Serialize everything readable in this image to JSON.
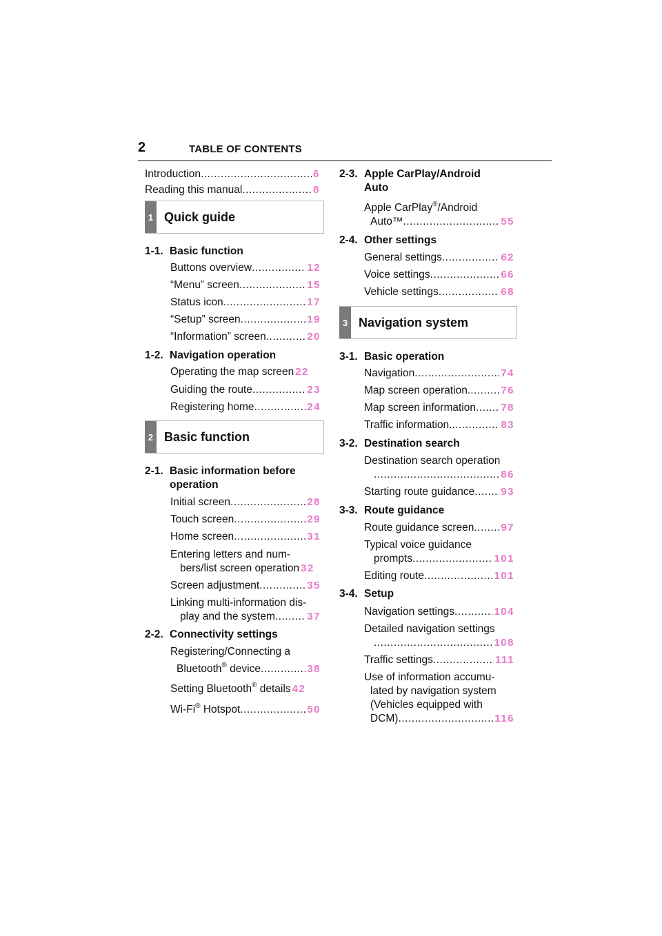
{
  "page": {
    "number": "2",
    "header": "TABLE OF CONTENTS"
  },
  "left": {
    "intro": [
      {
        "title": "Introduction ",
        "page": "6"
      },
      {
        "title": "Reading this manual ",
        "page": "8"
      }
    ],
    "chapter1": {
      "number": "1",
      "title": "Quick guide"
    },
    "s11": {
      "num": "1-1.",
      "title": "Basic function"
    },
    "s11_items": [
      {
        "title": "Buttons overview",
        "page": "12"
      },
      {
        "title": "“Menu” screen ",
        "page": "15"
      },
      {
        "title": "Status icon ",
        "page": "17"
      },
      {
        "title": "“Setup” screen ",
        "page": "19"
      },
      {
        "title": "“Information” screen ",
        "page": "20"
      }
    ],
    "s12": {
      "num": "1-2.",
      "title": "Navigation operation"
    },
    "s12_items": [
      {
        "title": "Operating the map screen",
        "page": "22"
      },
      {
        "title": "Guiding the route ",
        "page": "23"
      },
      {
        "title": "Registering home ",
        "page": "24"
      }
    ],
    "chapter2": {
      "number": "2",
      "title": "Basic function"
    },
    "s21": {
      "num": "2-1.",
      "title": "Basic information before",
      "title2": "operation"
    },
    "s21_items": [
      {
        "title": "Initial screen ",
        "page": "28"
      },
      {
        "title": "Touch screen ",
        "page": "29"
      },
      {
        "title": "Home screen",
        "page": "31"
      }
    ],
    "entering": {
      "line1": "Entering letters and num-",
      "line2": "bers/list screen operation",
      "page": "32"
    },
    "screen_adj": {
      "title": "Screen adjustment ",
      "page": "35"
    },
    "linking": {
      "line1": "Linking multi-information dis-",
      "line2": "play and the system ",
      "page": "37"
    },
    "s22": {
      "num": "2-2.",
      "title": "Connectivity settings"
    },
    "registering": {
      "line1": "Registering/Connecting a",
      "line2a": "Bluetooth",
      "reg": "®",
      "line2b": " device ",
      "page": "38"
    },
    "bt_details": {
      "a": "Setting Bluetooth",
      "reg": "®",
      "b": " details ",
      "page": "42"
    },
    "wifi": {
      "a": "Wi-Fi",
      "reg": "®",
      "b": " Hotspot ",
      "page": "50"
    }
  },
  "right": {
    "s23": {
      "num": "2-3.",
      "title": "Apple CarPlay/Android",
      "title2": "Auto"
    },
    "carplay": {
      "a": "Apple CarPlay",
      "reg": "®",
      "b": "/Android",
      "line2": "Auto™ ",
      "page": "55"
    },
    "s24": {
      "num": "2-4.",
      "title": "Other settings"
    },
    "s24_items": [
      {
        "title": "General settings ",
        "page": "62"
      },
      {
        "title": "Voice settings ",
        "page": "66"
      },
      {
        "title": "Vehicle settings ",
        "page": "68"
      }
    ],
    "chapter3": {
      "number": "3",
      "title": "Navigation system"
    },
    "s31": {
      "num": "3-1.",
      "title": "Basic operation"
    },
    "s31_items": [
      {
        "title": "Navigation ",
        "page": "74"
      },
      {
        "title": "Map screen operation.",
        "page": "76"
      },
      {
        "title": "Map screen information ",
        "page": "78"
      },
      {
        "title": "Traffic information.",
        "page": "83"
      }
    ],
    "s32": {
      "num": "3-2.",
      "title": "Destination search"
    },
    "dest_search": {
      "line1": "Destination search operation",
      "page": "86"
    },
    "start_route": {
      "title": "Starting route guidance ",
      "page": "93"
    },
    "s33": {
      "num": "3-3.",
      "title": "Route guidance"
    },
    "route_screen": {
      "title": "Route guidance screen ",
      "page": "97"
    },
    "typical": {
      "line1": "Typical voice guidance",
      "line2": "prompts ",
      "page": "101"
    },
    "editing": {
      "title": "Editing route ",
      "page": "101"
    },
    "s34": {
      "num": "3-4.",
      "title": "Setup"
    },
    "nav_settings": {
      "title": "Navigation settings ",
      "page": "104"
    },
    "detailed": {
      "line1": "Detailed navigation settings",
      "page": "108"
    },
    "traffic_settings": {
      "title": "Traffic settings ",
      "page": "111"
    },
    "use_info": {
      "line1": "Use of information accumu-",
      "line2": "lated by navigation system",
      "line3": "(Vehicles equipped with",
      "line4": "DCM) ",
      "page": "116"
    }
  },
  "colors": {
    "page_number_accent": "#e879c9",
    "chapter_tab": "#7a7a7a",
    "rule": "#8a8a8a"
  }
}
